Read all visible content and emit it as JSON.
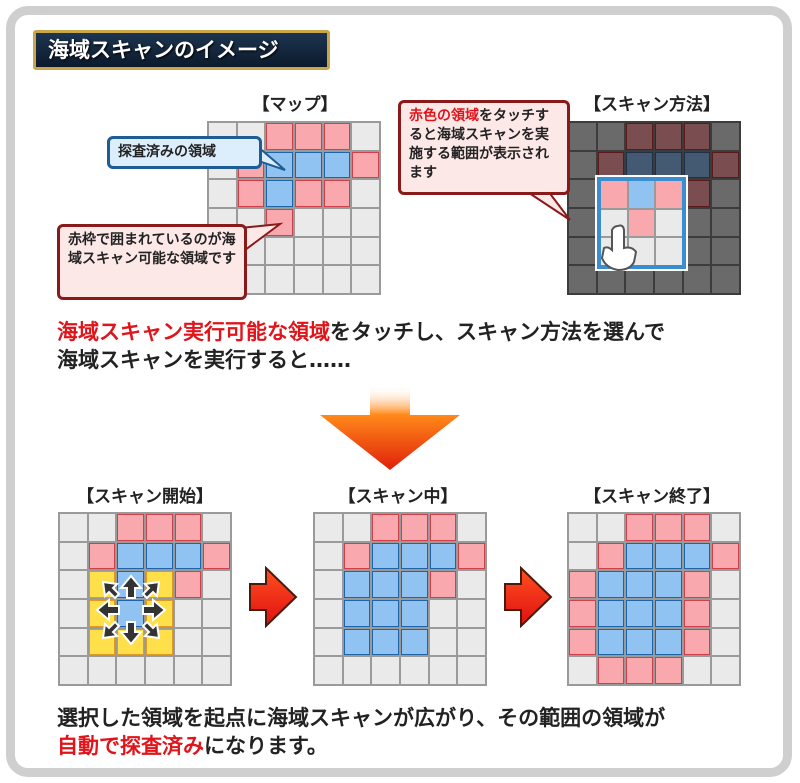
{
  "title": "海域スキャンのイメージ",
  "top": {
    "map_label": "【マップ】",
    "scan_method_label": "【スキャン方法】",
    "callout_explored": "探査済みの領域",
    "callout_scannable": "赤枠で囲まれているのが海域スキャン可能な領域です",
    "callout_touch_red": "赤色の領域",
    "callout_touch_rest": "をタッチすると海域スキャンを実施する範囲が表示されます",
    "map_grid": [
      "ggrrrg",
      "grbbbr",
      "grbrrg",
      "ggrggg",
      "gggggg",
      "gggggg"
    ],
    "scan_selection": [
      "rbr",
      "grg",
      "ggg"
    ]
  },
  "instruction": {
    "highlight": "海域スキャン実行可能な領域",
    "line1_rest": "をタッチし、スキャン方法を選んで",
    "line2": "海域スキャンを実行すると……"
  },
  "bottom": {
    "steps": [
      {
        "label": "【スキャン開始】",
        "grid": [
          "ggrrrg",
          "grbbbr",
          "gybyrg",
          "gybygg",
          "gyyygg",
          "gggggg"
        ]
      },
      {
        "label": "【スキャン中】",
        "grid": [
          "ggrrrg",
          "grbbbr",
          "gbbbrg",
          "gbbbgg",
          "gbbbgg",
          "gggggg"
        ]
      },
      {
        "label": "【スキャン終了】",
        "grid": [
          "ggrrrg",
          "grbbbr",
          "rbbbrg",
          "rbbbrg",
          "rbbbrg",
          "grrrgg"
        ]
      }
    ],
    "result_line1": "選択した領域を起点に海域スキャンが広がり、その範囲の領域が",
    "result_highlight": "自動で探査済み",
    "result_line2_rest": "になります。"
  },
  "colors": {
    "explored": "#90c3f2",
    "scannable": "#f9a9ae",
    "selected": "#ffe04a",
    "accent_red": "#e0141a"
  }
}
